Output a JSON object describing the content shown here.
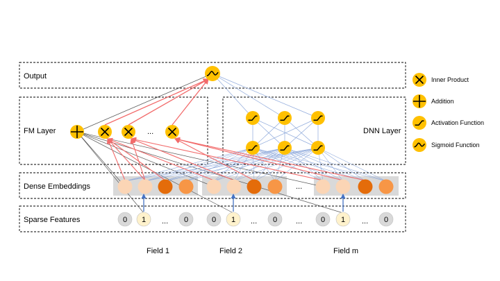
{
  "layers": {
    "output": "Output",
    "fm": "FM Layer",
    "dnn": "DNN Layer",
    "dense": "Dense Embeddings",
    "sparse": "Sparse Features"
  },
  "ellipsis": "...",
  "sparse_values": [
    "0",
    "1",
    "0",
    "0",
    "1",
    "0",
    "0",
    "1",
    "0"
  ],
  "field_labels": [
    "Field 1",
    "Field 2",
    "Field m"
  ],
  "legend": [
    {
      "icon": "inner-product-icon",
      "label": "Inner Product"
    },
    {
      "icon": "addition-icon",
      "label": "Addition"
    },
    {
      "icon": "activation-function-icon",
      "label": "Activation Function"
    },
    {
      "icon": "sigmoid-function-icon",
      "label": "Sigmoid Function"
    }
  ],
  "colors": {
    "node_yellow": "#FFC000",
    "emb_light": "#FBD5B5",
    "emb_mid": "#F79646",
    "emb_dark": "#E46C0A",
    "emb_bg": "#D9D9D9",
    "sparse_gray": "#D9D9D9",
    "sparse_one": "#FFF2CC",
    "red_line": "#F26B6B",
    "blue_line": "#8EA9DB",
    "gray_line": "#595959",
    "up_arrow": "#4472C4"
  }
}
